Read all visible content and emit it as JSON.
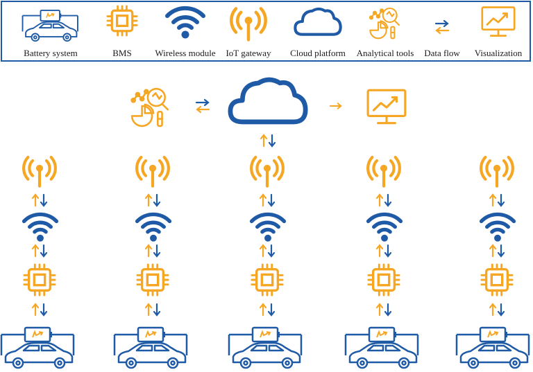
{
  "colors": {
    "orange": "#f5a623",
    "blue": "#1f5aa6",
    "border": "#1f5aa6"
  },
  "legend": {
    "items": [
      {
        "label": "Battery system",
        "icon": "battery-car-icon"
      },
      {
        "label": "BMS",
        "icon": "chip-icon"
      },
      {
        "label": "Wireless module",
        "icon": "wifi-icon"
      },
      {
        "label": "IoT gateway",
        "icon": "antenna-icon"
      },
      {
        "label": "Cloud platform",
        "icon": "cloud-icon"
      },
      {
        "label": "Analytical tools",
        "icon": "analytics-icon"
      },
      {
        "label": "Data flow",
        "icon": "bidirectional-arrows-icon"
      },
      {
        "label": "Visualization",
        "icon": "monitor-chart-icon"
      }
    ]
  },
  "diagram": {
    "columns": 5,
    "column_stack": [
      "antenna-icon",
      "wifi-icon",
      "chip-icon",
      "battery-car-icon"
    ],
    "top_row": [
      "analytics-icon",
      "cloud-icon",
      "monitor-chart-icon"
    ]
  }
}
